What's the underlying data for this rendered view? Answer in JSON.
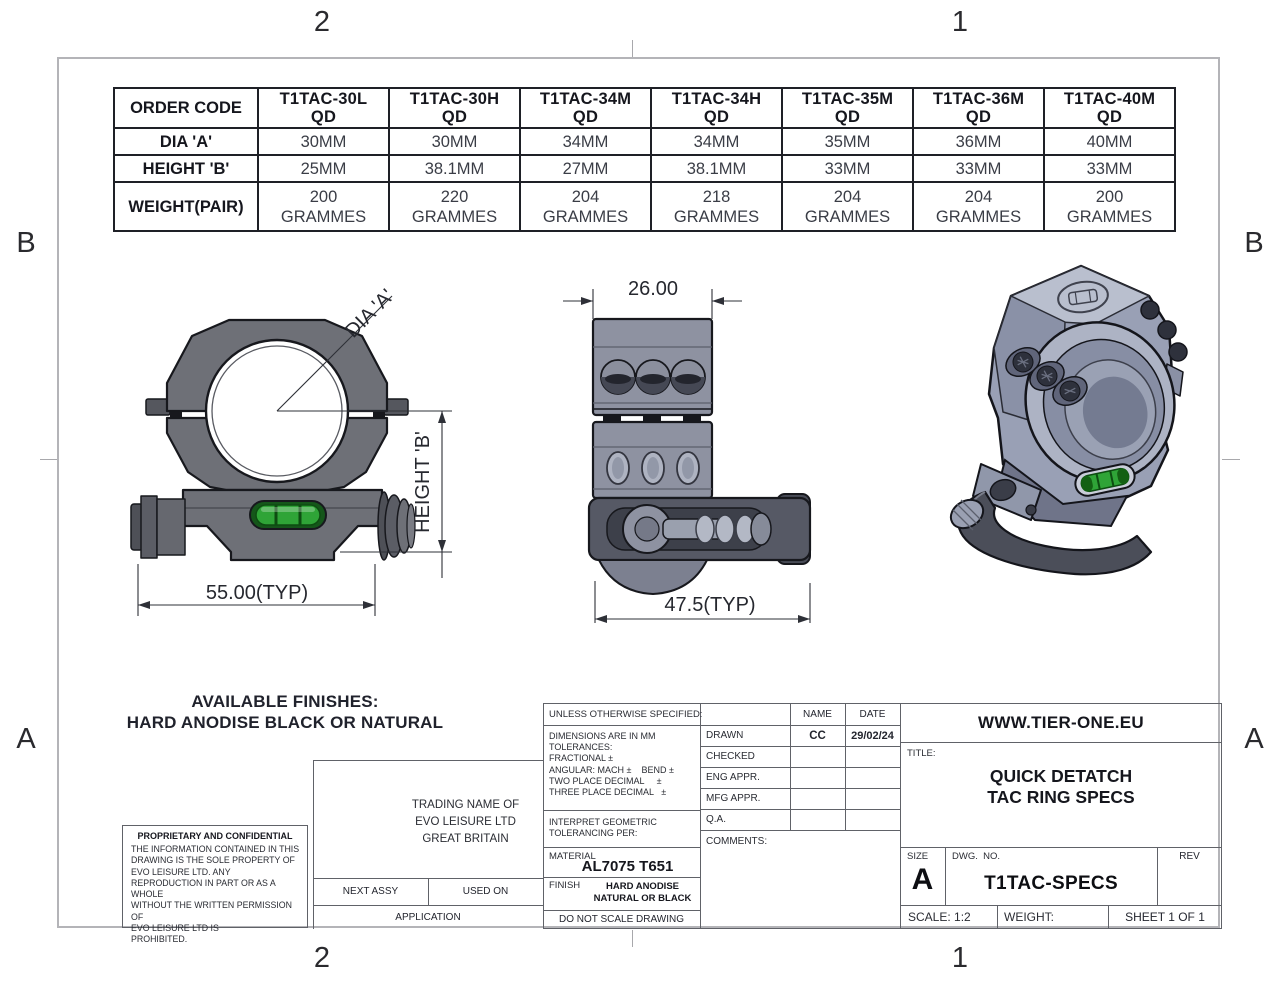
{
  "border": {
    "zone_2": "2",
    "zone_1": "1",
    "zone_B": "B",
    "zone_A": "A"
  },
  "spec_table": {
    "row_headers": [
      "ORDER CODE",
      "DIA 'A'",
      "HEIGHT 'B'",
      "WEIGHT(PAIR)"
    ],
    "columns": [
      {
        "code": "T1TAC-30L",
        "qd": "QD",
        "dia": "30MM",
        "height": "25MM",
        "weight": "200",
        "unit": "GRAMMES"
      },
      {
        "code": "T1TAC-30H",
        "qd": "QD",
        "dia": "30MM",
        "height": "38.1MM",
        "weight": "220",
        "unit": "GRAMMES"
      },
      {
        "code": "T1TAC-34M",
        "qd": "QD",
        "dia": "34MM",
        "height": "27MM",
        "weight": "204",
        "unit": "GRAMMES"
      },
      {
        "code": "T1TAC-34H",
        "qd": "QD",
        "dia": "34MM",
        "height": "38.1MM",
        "weight": "218",
        "unit": "GRAMMES"
      },
      {
        "code": "T1TAC-35M",
        "qd": "QD",
        "dia": "35MM",
        "height": "33MM",
        "weight": "204",
        "unit": "GRAMMES"
      },
      {
        "code": "T1TAC-36M",
        "qd": "QD",
        "dia": "36MM",
        "height": "33MM",
        "weight": "204",
        "unit": "GRAMMES"
      },
      {
        "code": "T1TAC-40M",
        "qd": "QD",
        "dia": "40MM",
        "height": "33MM",
        "weight": "200",
        "unit": "GRAMMES"
      }
    ]
  },
  "views": {
    "front": {
      "dia_label": "DIA 'A'",
      "height_label": "HEIGHT 'B'",
      "width_dim": "55.00(TYP)"
    },
    "side": {
      "top_dim": "26.00",
      "width_dim": "47.5(TYP)"
    }
  },
  "notes": {
    "finishes_line1": "AVAILABLE FINISHES:",
    "finishes_line2": "HARD ANODISE BLACK OR NATURAL"
  },
  "title_block": {
    "tolerance": {
      "heading": "UNLESS OTHERWISE SPECIFIED:",
      "lines": [
        "DIMENSIONS ARE IN MM",
        "TOLERANCES:",
        "FRACTIONAL ±",
        "ANGULAR: MACH ±    BEND ±",
        "TWO PLACE DECIMAL     ±",
        "THREE PLACE DECIMAL   ±"
      ],
      "interpret": "INTERPRET GEOMETRIC\nTOLERANCING PER:",
      "material_label": "MATERIAL",
      "material_value": "AL7075 T651",
      "finish_label": "FINISH",
      "finish_value_line1": "HARD ANODISE",
      "finish_value_line2": "NATURAL OR BLACK",
      "do_not_scale": "DO NOT SCALE DRAWING"
    },
    "approvals": {
      "name_header": "NAME",
      "date_header": "DATE",
      "rows": [
        {
          "label": "DRAWN",
          "name": "CC",
          "date": "29/02/24"
        },
        {
          "label": "CHECKED",
          "name": "",
          "date": ""
        },
        {
          "label": "ENG APPR.",
          "name": "",
          "date": ""
        },
        {
          "label": "MFG APPR.",
          "name": "",
          "date": ""
        },
        {
          "label": "Q.A.",
          "name": "",
          "date": ""
        }
      ],
      "comments_label": "COMMENTS:"
    },
    "company": {
      "website": "WWW.TIER-ONE.EU",
      "title_label": "TITLE:",
      "title_line1": "QUICK DETATCH",
      "title_line2": "TAC RING SPECS",
      "size_label": "SIZE",
      "size_value": "A",
      "dwg_label": "DWG.  NO.",
      "dwg_value": "T1TAC-SPECS",
      "rev_label": "REV",
      "scale": "SCALE: 1:2",
      "weight_label": "WEIGHT:",
      "sheet": "SHEET 1 OF 1"
    },
    "proprietary": {
      "heading": "PROPRIETARY AND CONFIDENTIAL",
      "body": "THE INFORMATION CONTAINED IN THIS\nDRAWING IS THE SOLE PROPERTY OF\nEVO LEISURE LTD.  ANY\nREPRODUCTION IN PART OR AS A WHOLE\nWITHOUT THE WRITTEN PERMISSION OF\nEVO LEISURE LTD IS\nPROHIBITED."
    },
    "trading": {
      "line1": "TRADING NAME OF",
      "line2": "EVO LEISURE LTD",
      "line3": "GREAT BRITAIN"
    },
    "application_row": {
      "next_assy": "NEXT ASSY",
      "used_on": "USED ON",
      "application": "APPLICATION"
    }
  },
  "colors": {
    "body_gray": "#6e7077",
    "iso_blue_gray": "#99a0b5",
    "level_green": "#2fa437",
    "lever_gray": "#4b4e59",
    "line_dark": "#17181d",
    "frame_gray": "#b4b4b8"
  }
}
